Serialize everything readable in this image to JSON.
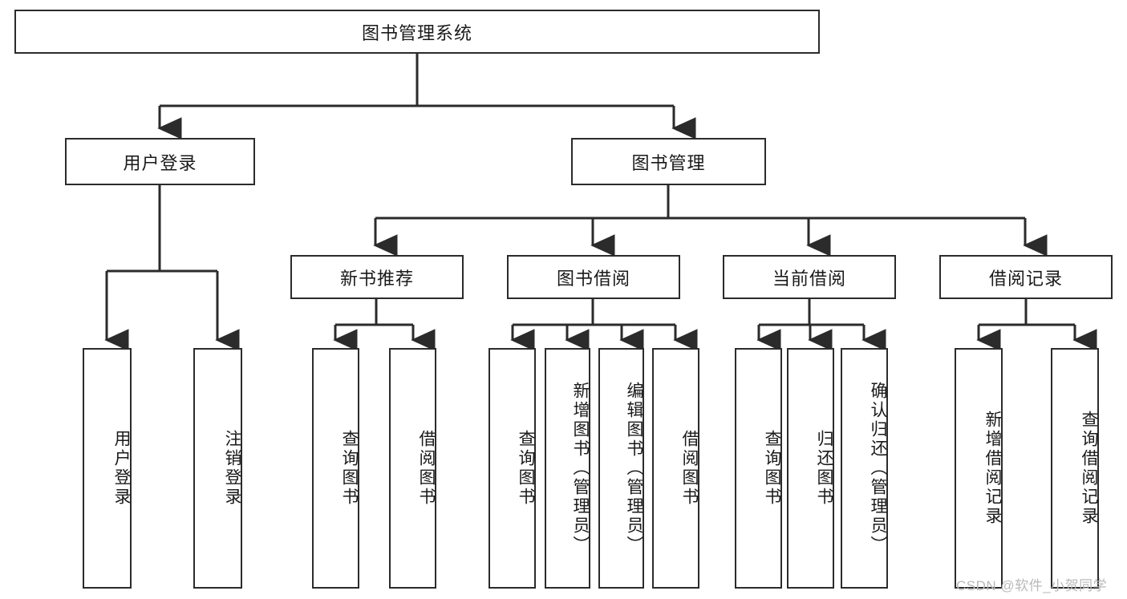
{
  "diagram": {
    "title": "图书管理系统",
    "type": "tree-hierarchy-diagram",
    "watermark": "CSDN @软件_小贺同学",
    "colors": {
      "background": "#ffffff",
      "box_border": "#2b2b2b",
      "box_fill": "#ffffff",
      "connector": "#2b2b2b",
      "text": "#1a1a1a",
      "watermark": "#b9b9b9"
    },
    "nodes": {
      "root": {
        "label": "图书管理系统"
      },
      "level2": [
        {
          "label": "用户登录"
        },
        {
          "label": "图书管理"
        }
      ],
      "level3": [
        {
          "label": "新书推荐"
        },
        {
          "label": "图书借阅"
        },
        {
          "label": "当前借阅"
        },
        {
          "label": "借阅记录"
        }
      ],
      "leaves_user_login": [
        {
          "label": "用户登录"
        },
        {
          "label": "注销登录"
        }
      ],
      "leaves_new_book": [
        {
          "label": "查询图书"
        },
        {
          "label": "借阅图书"
        }
      ],
      "leaves_borrow": [
        {
          "label": "查询图书"
        },
        {
          "label": "新增图书（管理员）"
        },
        {
          "label": "编辑图书（管理员）"
        },
        {
          "label": "借阅图书"
        }
      ],
      "leaves_current": [
        {
          "label": "查询图书"
        },
        {
          "label": "归还图书"
        },
        {
          "label": "确认归还（管理员）"
        }
      ],
      "leaves_records": [
        {
          "label": "新增借阅记录"
        },
        {
          "label": "查询借阅记录"
        }
      ]
    }
  }
}
